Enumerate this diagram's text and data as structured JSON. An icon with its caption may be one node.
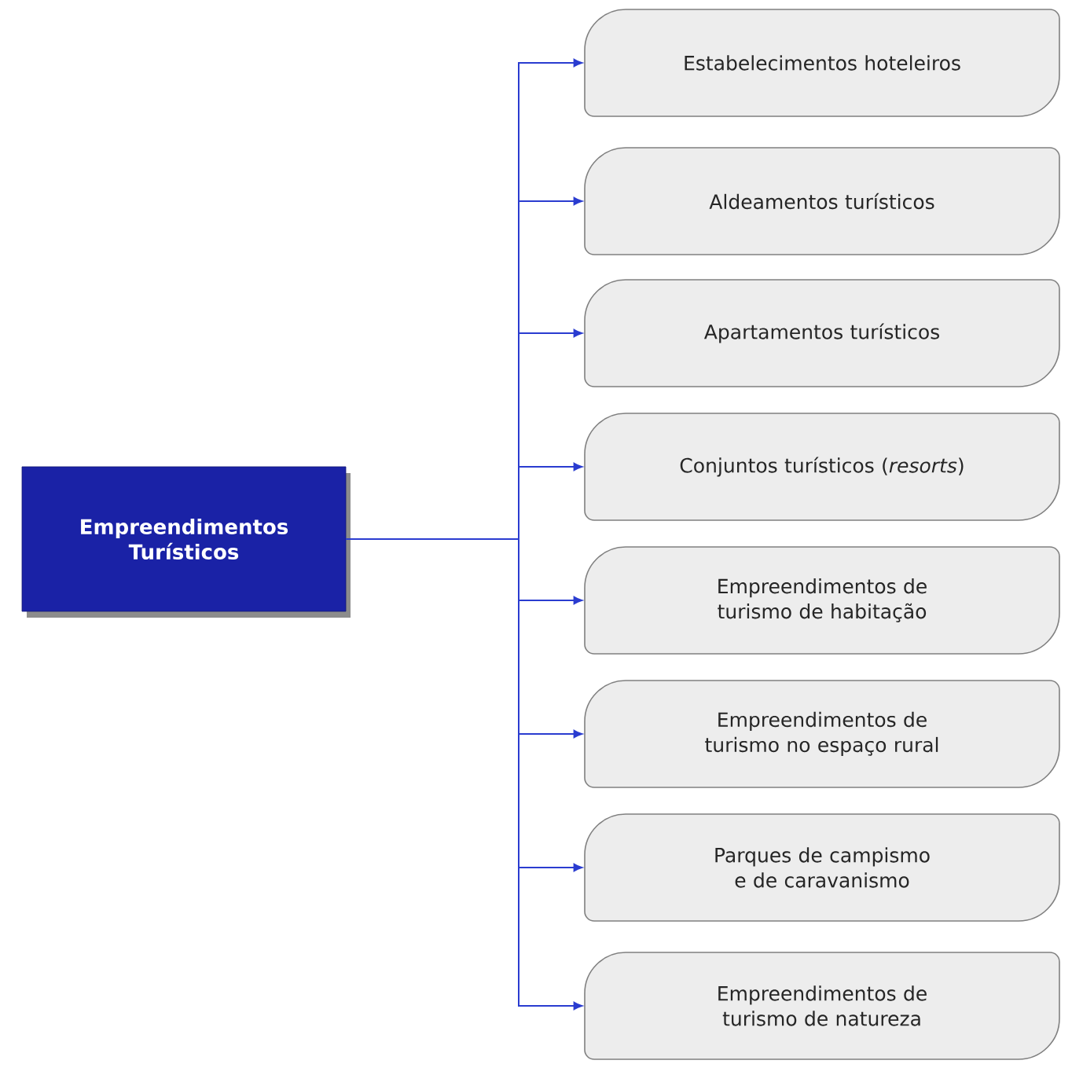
{
  "diagram": {
    "nodes": [
      {
        "text": [
          "Empreendimentos Turísticos"
        ]
      },
      {
        "text": [
          "Estabelecimentos hoteleiros"
        ]
      },
      {
        "text": [
          "Aldeamentos turísticos"
        ]
      },
      {
        "text": [
          "Apartamentos turísticos"
        ]
      },
      {
        "text": [
          "Conjuntos turísticos (*resorts*)"
        ]
      },
      {
        "text": [
          "Empreendimentos de turismo de habitação"
        ]
      },
      {
        "text": [
          "Empreendimentos de turismo no espaço rural"
        ]
      },
      {
        "text": [
          "Parques de campismo e de caravanismo"
        ]
      },
      {
        "text": [
          "Empreendimentos de turismo de natureza"
        ]
      }
    ],
    "edges": [
      {
        "from": 0,
        "to": 1,
        "arrow": "to"
      },
      {
        "from": 0,
        "to": 2,
        "arrow": "to"
      },
      {
        "from": 0,
        "to": 3,
        "arrow": "to"
      },
      {
        "from": 0,
        "to": 4,
        "arrow": "to"
      },
      {
        "from": 0,
        "to": 5,
        "arrow": "to"
      },
      {
        "from": 0,
        "to": 6,
        "arrow": "to"
      },
      {
        "from": 0,
        "to": 7,
        "arrow": "to"
      },
      {
        "from": 0,
        "to": 8,
        "arrow": "to"
      }
    ]
  }
}
